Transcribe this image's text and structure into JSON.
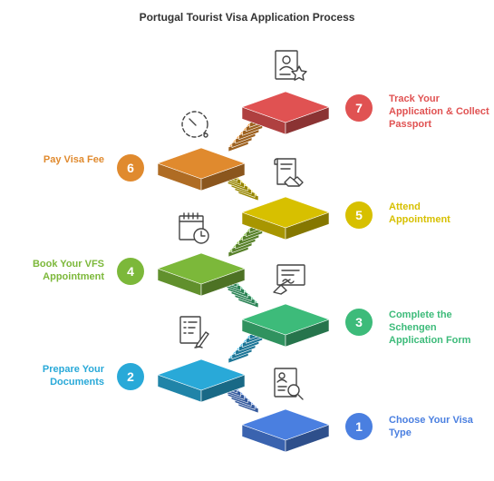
{
  "title": "Portugal Tourist Visa Application Process",
  "steps": [
    {
      "number": "1",
      "text": "Choose Your Visa Type",
      "lines": [
        "Choose Your Visa",
        "Type"
      ],
      "color": "#4a7fe0",
      "side": "right",
      "icon": "document-search-icon"
    },
    {
      "number": "2",
      "text": "Prepare Your Documents",
      "lines": [
        "Prepare Your",
        "Documents"
      ],
      "color": "#29a9d8",
      "side": "left",
      "icon": "document-writing-icon"
    },
    {
      "number": "3",
      "text": "Complete the Schengen Application Form",
      "lines": [
        "Complete the",
        "Schengen",
        "Application Form"
      ],
      "color": "#3dbb7a",
      "side": "right",
      "icon": "form-signing-icon"
    },
    {
      "number": "4",
      "text": "Book Your VFS Appointment",
      "lines": [
        "Book Your VFS",
        "Appointment"
      ],
      "color": "#7cb83a",
      "side": "left",
      "icon": "calendar-clock-icon"
    },
    {
      "number": "5",
      "text": "Attend Appointment",
      "lines": [
        "Attend",
        "Appointment"
      ],
      "color": "#d7c000",
      "side": "right",
      "icon": "handshake-contract-icon"
    },
    {
      "number": "6",
      "text": "Pay Visa Fee",
      "lines": [
        "Pay Visa Fee"
      ],
      "color": "#e08a2e",
      "side": "left",
      "icon": "stopwatch-icon"
    },
    {
      "number": "7",
      "text": "Track Your Application & Collect Passport",
      "lines": [
        "Track Your",
        "Application & Collect",
        "Passport"
      ],
      "color": "#e05252",
      "side": "right",
      "icon": "certificate-star-icon"
    }
  ]
}
